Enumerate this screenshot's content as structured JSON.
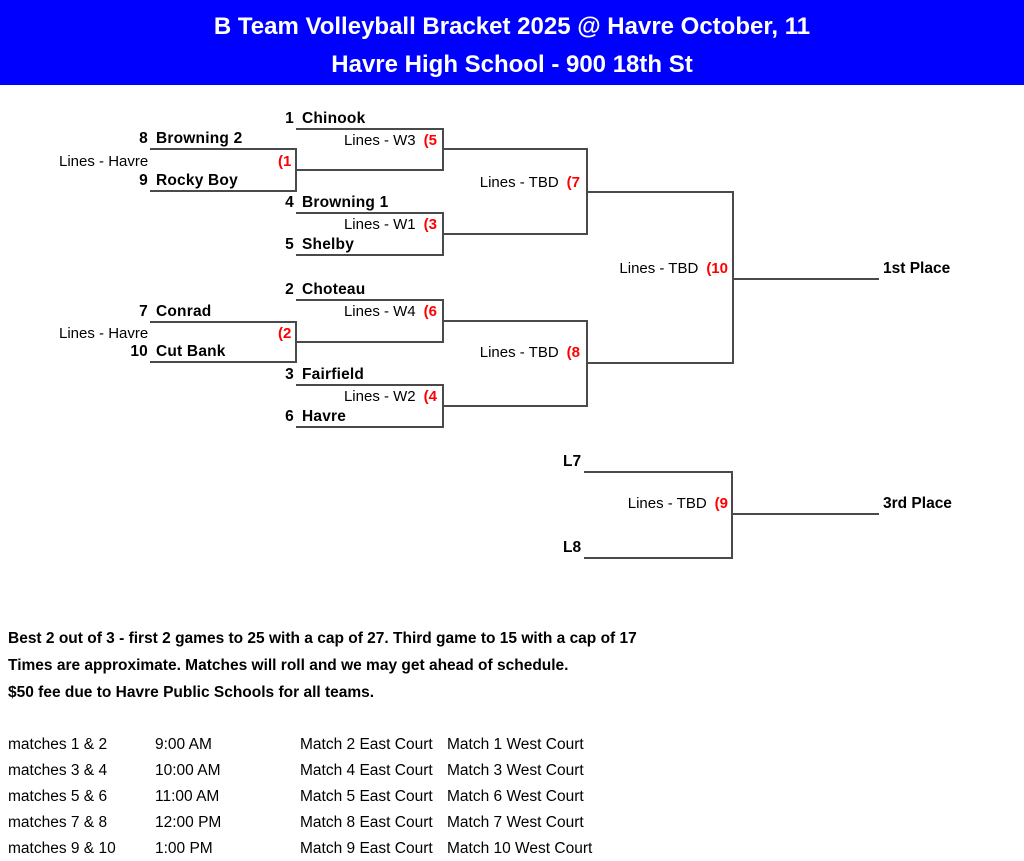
{
  "header": {
    "title_line1": "B Team Volleyball Bracket 2025 @ Havre October, 11",
    "title_line2": "Havre High School - 900 18th St"
  },
  "colors": {
    "header_bg": "#0000ff",
    "header_text": "#ffffff",
    "bracket_line": "#4a4a4a",
    "match_number": "#ff0000",
    "text": "#000000"
  },
  "bracket": {
    "teams": [
      {
        "seed": "1",
        "name": "Chinook"
      },
      {
        "seed": "8",
        "name": "Browning 2"
      },
      {
        "seed": "9",
        "name": "Rocky Boy"
      },
      {
        "seed": "4",
        "name": "Browning 1"
      },
      {
        "seed": "5",
        "name": "Shelby"
      },
      {
        "seed": "2",
        "name": "Choteau"
      },
      {
        "seed": "7",
        "name": "Conrad"
      },
      {
        "seed": "10",
        "name": "Cut Bank"
      },
      {
        "seed": "3",
        "name": "Fairfield"
      },
      {
        "seed": "6",
        "name": "Havre"
      }
    ],
    "matches": [
      {
        "label": "Lines - Havre",
        "number": "(1"
      },
      {
        "label": "Lines - Havre",
        "number": "(2"
      },
      {
        "label": "Lines - W1",
        "number": "(3"
      },
      {
        "label": "Lines - W2",
        "number": "(4"
      },
      {
        "label": "Lines - W3",
        "number": "(5"
      },
      {
        "label": "Lines - W4",
        "number": "(6"
      },
      {
        "label": "Lines - TBD",
        "number": "(7"
      },
      {
        "label": "Lines - TBD",
        "number": "(8"
      },
      {
        "label": "Lines - TBD",
        "number": "(9"
      },
      {
        "label": "Lines - TBD",
        "number": "(10"
      }
    ],
    "consolation_slots": [
      "L7",
      "L8"
    ],
    "placements": {
      "first": "1st Place",
      "third": "3rd Place"
    }
  },
  "notes": [
    "Best 2 out of 3 - first 2 games to 25 with a cap of 27. Third game to 15 with a cap of 17",
    "Times are approximate. Matches will roll and we may get ahead of schedule.",
    "$50 fee due to Havre Public Schools for all teams."
  ],
  "schedule": {
    "rows": [
      {
        "matches": "matches 1 & 2",
        "time": "9:00 AM",
        "east": "Match 2 East Court",
        "west": "Match 1 West Court"
      },
      {
        "matches": "matches 3 & 4",
        "time": "10:00 AM",
        "east": "Match 4 East Court",
        "west": "Match 3 West Court"
      },
      {
        "matches": "matches 5 & 6",
        "time": "11:00 AM",
        "east": "Match 5 East Court",
        "west": "Match 6 West Court"
      },
      {
        "matches": "matches 7 & 8",
        "time": "12:00 PM",
        "east": "Match 8 East Court",
        "west": "Match 7 West Court"
      },
      {
        "matches": "matches 9 & 10",
        "time": "1:00 PM",
        "east": "Match 9 East Court",
        "west": "Match 10 West Court"
      }
    ]
  }
}
